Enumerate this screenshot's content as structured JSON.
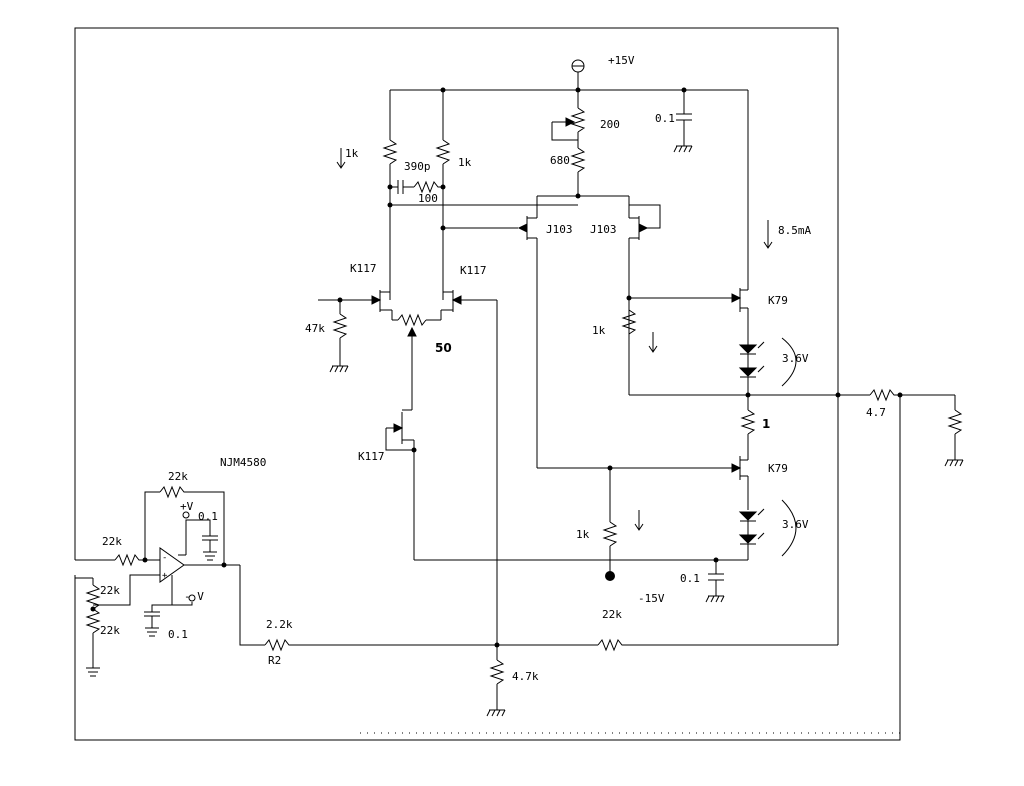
{
  "supply": {
    "pos": "+15V",
    "neg": "-15V",
    "opamp_pos": "+V",
    "opamp_neg": "- V"
  },
  "opamp": {
    "part": "NJM4580"
  },
  "resistors": {
    "r_top_left": "1k",
    "r_top_right": "1k",
    "r_pot_top": "200",
    "r_680": "680",
    "r_100": "100",
    "r_gate47k": "47k",
    "r_mid_1k_a": "1k",
    "r_emitter": "1",
    "r_mid_1k_b": "1k",
    "r_out": "4.7",
    "r_fb_top": "22k",
    "r_in_a": "22k",
    "r_div_a": "22k",
    "r_div_b": "22k",
    "r_2k2": "2.2k",
    "r2_label": "R2",
    "r_fb_22k": "22k",
    "r_4k7": "4.7k",
    "pot_50": "50"
  },
  "capacitors": {
    "c_390p": "390p",
    "c_top": "0.1",
    "c_opamp_pos": "0.1",
    "c_opamp_neg": "0.1",
    "c_bottom": "0.1"
  },
  "transistors": {
    "k117_left": "K117",
    "k117_right": "K117",
    "k117_bottom": "K117",
    "j103_left": "J103",
    "j103_right": "J103",
    "k79_top": "K79",
    "k79_bottom": "K79"
  },
  "annotations": {
    "current_8_5": "8.5mA",
    "zener_top": "3.6V",
    "zener_bottom": "3.6V"
  },
  "icons": [
    "ground-symbol",
    "current-arrow",
    "led-symbol",
    "opamp-symbol"
  ]
}
